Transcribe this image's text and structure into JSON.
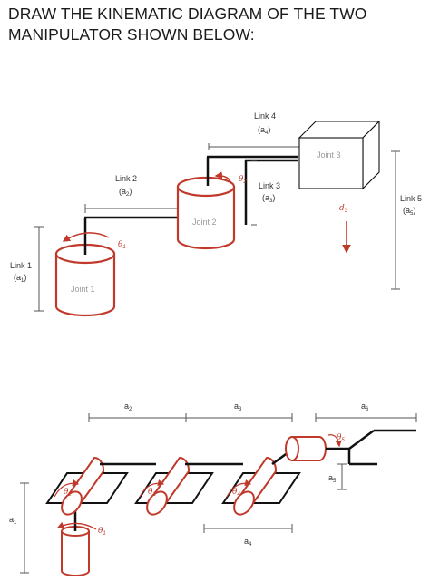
{
  "title": {
    "line1": "DRAW THE KINEMATIC DIAGRAM OF THE TWO",
    "line2": "MANIPULATOR SHOWN BELOW:"
  },
  "top_diagram": {
    "link1": "Link 1",
    "a1": "(a",
    "a1_sub": "1",
    "paren": ")",
    "link2": "Link 2",
    "a2": "(a",
    "a2_sub": "2",
    "link3": "Link 3",
    "a3": "(a",
    "a3_sub": "3",
    "link4": "Link 4",
    "a4": "(a",
    "a4_sub": "4",
    "link5": "Link 5",
    "a5": "(a",
    "a5_sub": "5",
    "joint1": "Joint 1",
    "joint2": "Joint 2",
    "joint3": "Joint 3",
    "theta": "θ",
    "t1_sub": "1",
    "t2_sub": "2",
    "d": "d",
    "d_sub": "3"
  },
  "bottom_diagram": {
    "a": "a",
    "sub1": "1",
    "sub2": "2",
    "sub3": "3",
    "sub4": "4",
    "sub5": "5",
    "sub6": "6",
    "theta": "θ"
  },
  "colors": {
    "red": "#c0392b",
    "black": "#111111",
    "dim": "#666666"
  }
}
